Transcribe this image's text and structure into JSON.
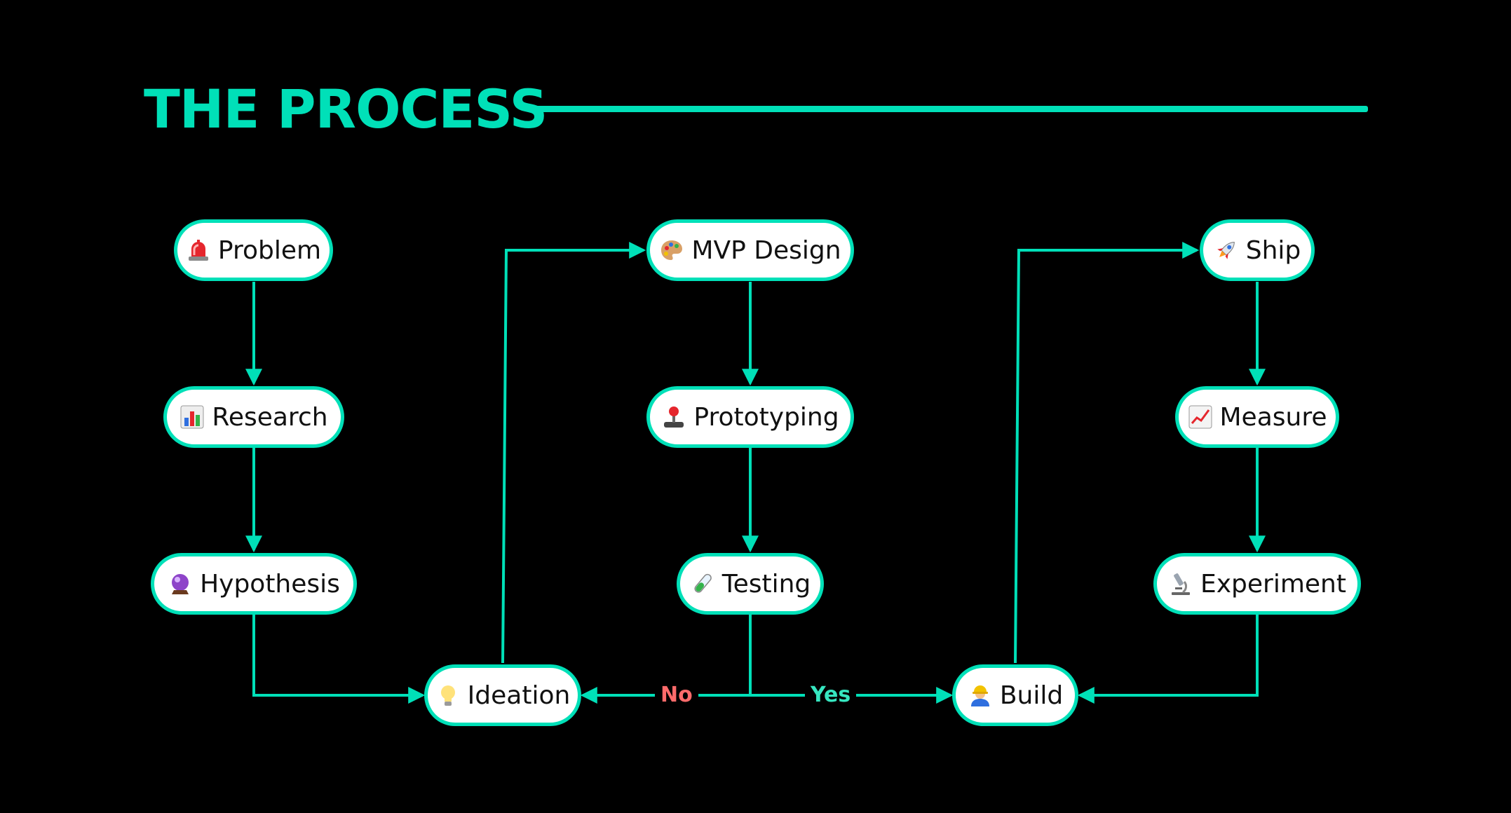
{
  "title": "THE PROCESS",
  "colors": {
    "accent": "#00E0B8",
    "background": "#000000",
    "node_fill": "#FFFFFF",
    "no_label": "#FF6B6B",
    "yes_label": "#36E6C0"
  },
  "nodes": {
    "problem": {
      "label": "Problem",
      "icon": "siren-icon"
    },
    "research": {
      "label": "Research",
      "icon": "bar-chart-icon"
    },
    "hypothesis": {
      "label": "Hypothesis",
      "icon": "crystal-ball-icon"
    },
    "ideation": {
      "label": "Ideation",
      "icon": "light-bulb-icon"
    },
    "mvp_design": {
      "label": "MVP Design",
      "icon": "palette-icon"
    },
    "prototyping": {
      "label": "Prototyping",
      "icon": "joystick-icon"
    },
    "testing": {
      "label": "Testing",
      "icon": "test-tube-icon"
    },
    "build": {
      "label": "Build",
      "icon": "construction-worker-icon"
    },
    "ship": {
      "label": "Ship",
      "icon": "rocket-icon"
    },
    "measure": {
      "label": "Measure",
      "icon": "trend-chart-icon"
    },
    "experiment": {
      "label": "Experiment",
      "icon": "microscope-icon"
    }
  },
  "edges": [
    {
      "from": "problem",
      "to": "research"
    },
    {
      "from": "research",
      "to": "hypothesis"
    },
    {
      "from": "hypothesis",
      "to": "ideation"
    },
    {
      "from": "ideation",
      "to": "mvp_design"
    },
    {
      "from": "mvp_design",
      "to": "prototyping"
    },
    {
      "from": "prototyping",
      "to": "testing"
    },
    {
      "from": "testing",
      "to": "ideation",
      "label": "No"
    },
    {
      "from": "testing",
      "to": "build",
      "label": "Yes"
    },
    {
      "from": "build",
      "to": "ship"
    },
    {
      "from": "ship",
      "to": "measure"
    },
    {
      "from": "measure",
      "to": "experiment"
    },
    {
      "from": "experiment",
      "to": "build"
    }
  ],
  "edge_labels": {
    "no": "No",
    "yes": "Yes"
  }
}
